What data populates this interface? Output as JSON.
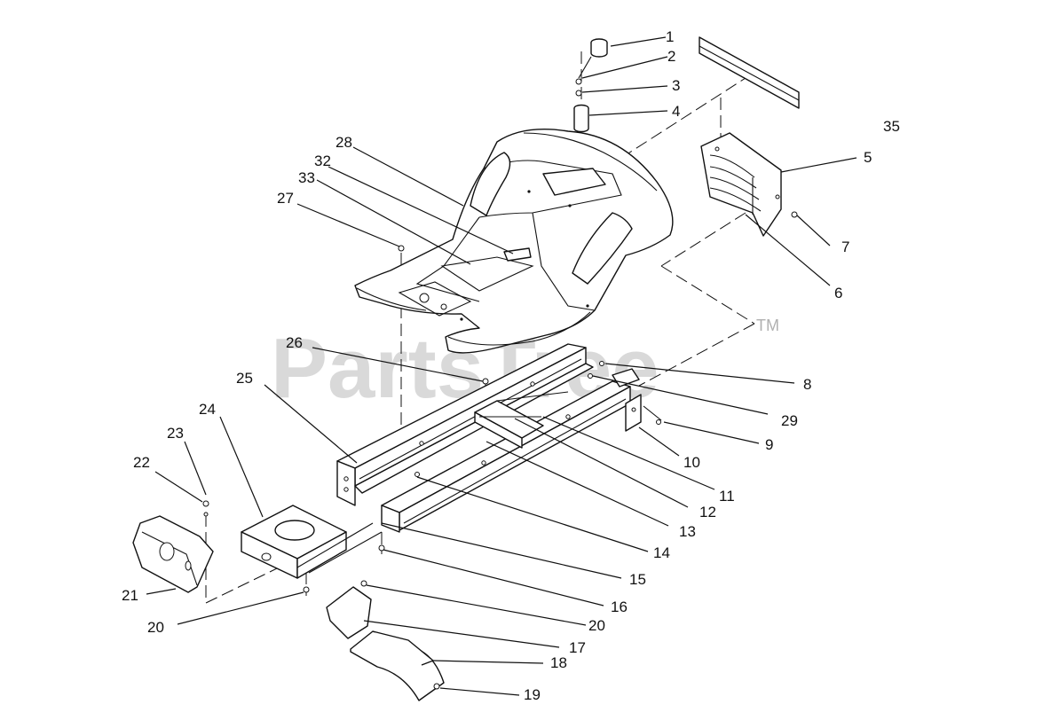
{
  "watermark": {
    "text": "PartsTree",
    "mark": "TM"
  },
  "callouts": [
    "1",
    "2",
    "3",
    "4",
    "5",
    "6",
    "7",
    "8",
    "9",
    "10",
    "11",
    "12",
    "13",
    "14",
    "15",
    "16",
    "17",
    "18",
    "19",
    "20",
    "20",
    "21",
    "22",
    "23",
    "24",
    "25",
    "26",
    "27",
    "28",
    "29",
    "32",
    "33",
    "35"
  ]
}
